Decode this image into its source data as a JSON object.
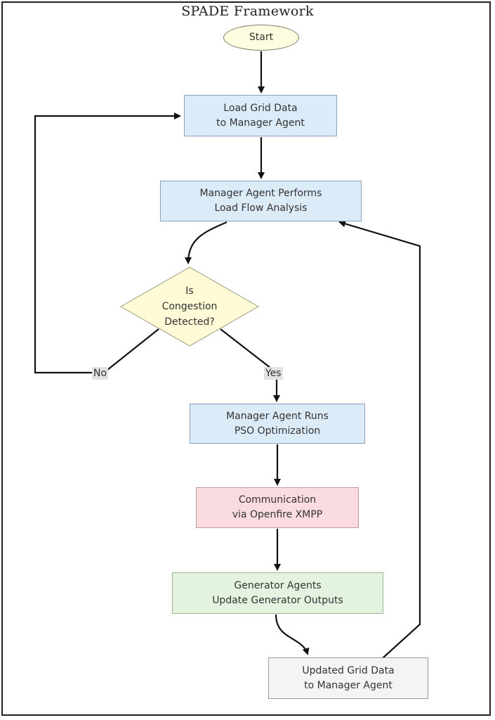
{
  "title": "SPADE Framework",
  "nodes": {
    "start": "Start",
    "load_grid": [
      "Load Grid Data",
      "to Manager Agent"
    ],
    "load_flow": [
      "Manager Agent Performs",
      "Load Flow Analysis"
    ],
    "decision": [
      "Is",
      "Congestion",
      "Detected?"
    ],
    "pso": [
      "Manager Agent Runs",
      "PSO Optimization"
    ],
    "communication": [
      "Communication",
      "via Openfire XMPP"
    ],
    "generators": [
      "Generator Agents",
      "Update Generator Outputs"
    ],
    "updated_grid": [
      "Updated Grid Data",
      "to Manager Agent"
    ]
  },
  "edge_labels": {
    "no": "No",
    "yes": "Yes"
  },
  "colors": {
    "start_fill": "#fffde0",
    "process_fill": "#dcebf8",
    "decision_fill": "#fffbd6",
    "communication_fill": "#f9dbe0",
    "generator_fill": "#e3f3df",
    "output_fill": "#f4f4f4",
    "arrow": "#111111"
  }
}
